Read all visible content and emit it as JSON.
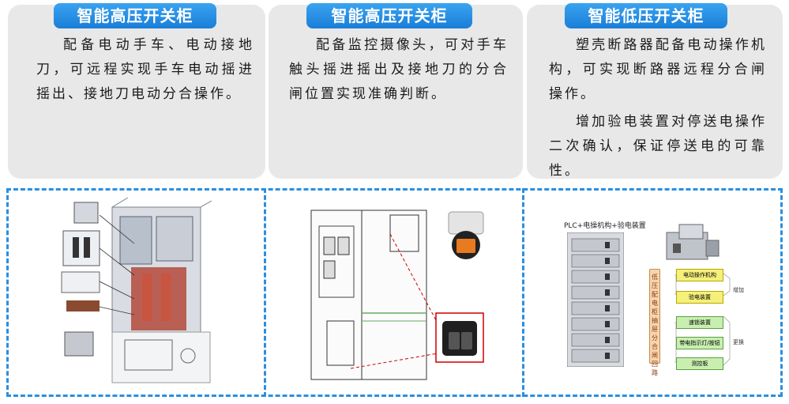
{
  "cards": [
    {
      "title": "智能高压开关柜",
      "paragraphs": [
        "配备电动手车、电动接地刀，可远程实现手车电动摇进摇出、接地刀电动分合操作。"
      ]
    },
    {
      "title": "智能高压开关柜",
      "paragraphs": [
        "配备监控摄像头，可对手车触头摇进摇出及接地刀的分合闸位置实现准确判断。"
      ]
    },
    {
      "title": "智能低压开关柜",
      "paragraphs": [
        "塑壳断路器配备电动操作机构，可实现断路器远程分合闸操作。",
        "增加验电装置对停送电操作二次确认，保证停送电的可靠性。"
      ]
    }
  ],
  "diagram3": {
    "title": "PLC+电操机构+验电装置",
    "vertical_label": "低压配电柜抽屉分合闸回路",
    "boxes_add": [
      "电动操作机构",
      "验电装置"
    ],
    "boxes_replace": [
      "速锁装置",
      "带电指示灯/按钮",
      "测控板"
    ],
    "side_add": "增加",
    "side_replace": "更换"
  },
  "colors": {
    "accent": "#1a7ed8",
    "card_bg": "#e8e8e8",
    "dash": "#2a8fe0"
  }
}
